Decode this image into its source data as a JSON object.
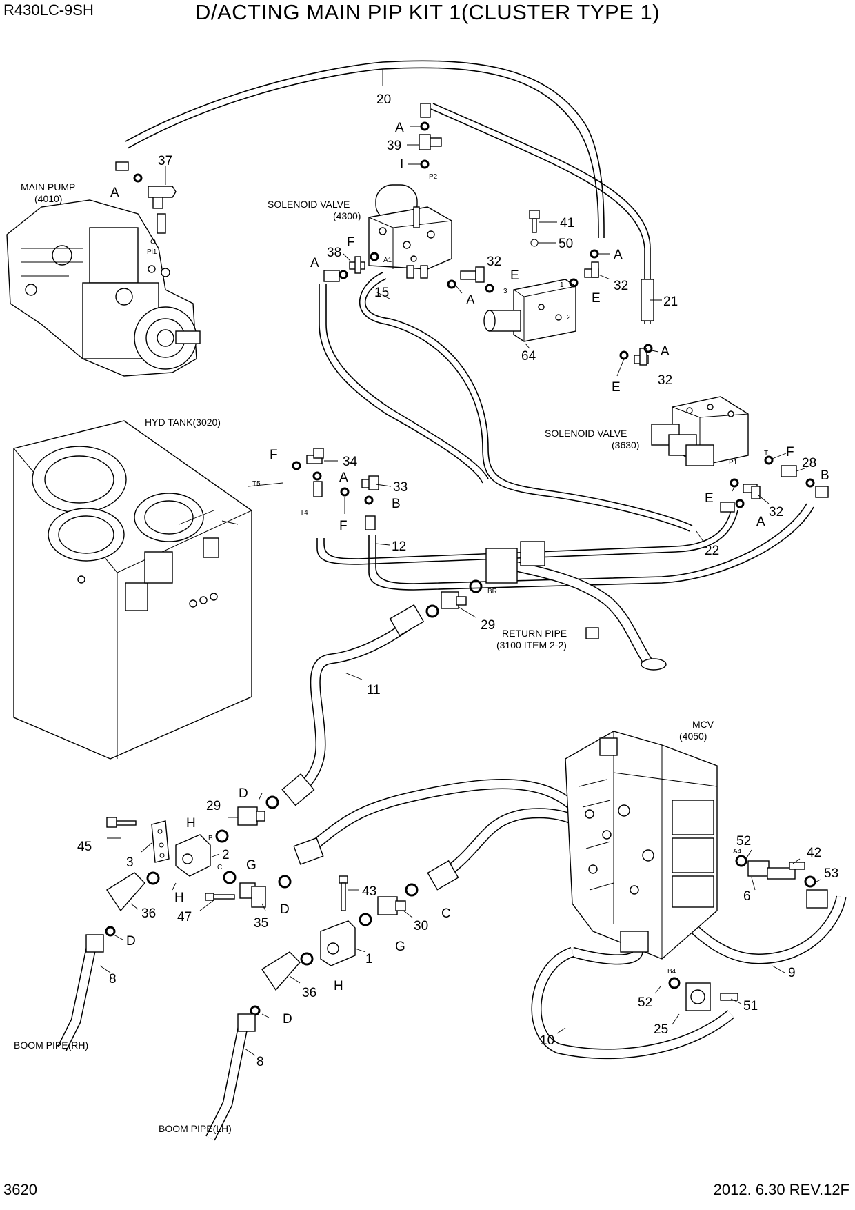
{
  "header": {
    "model": "R430LC-9SH",
    "title": "D/ACTING MAIN PIP KIT 1(CLUSTER TYPE 1)"
  },
  "footer": {
    "page_number": "3620",
    "revision": "2012. 6.30  REV.12F"
  },
  "component_labels": {
    "main_pump": "MAIN PUMP",
    "main_pump_code": "(4010)",
    "solenoid_valve_1": "SOLENOID VALVE",
    "solenoid_valve_1_code": "(4300)",
    "solenoid_valve_2": "SOLENOID VALVE",
    "solenoid_valve_2_code": "(3630)",
    "hyd_tank": "HYD TANK(3020)",
    "return_pipe": "RETURN PIPE",
    "return_pipe_ref": "(3100 ITEM 2-2)",
    "mcv": "MCV",
    "mcv_code": "(4050)",
    "boom_pipe_rh": "BOOM PIPE(RH)",
    "boom_pipe_lh": "BOOM PIPE(LH)"
  },
  "port_labels": {
    "pi1": "Pi1",
    "p2": "P2",
    "a1": "A1",
    "t5": "T5",
    "t4": "T4",
    "br": "BR",
    "p1": "P1",
    "t": "T",
    "a4": "A4",
    "b4": "B4",
    "b": "B",
    "c": "C",
    "port1": "1",
    "port2": "2",
    "port3": "3"
  },
  "callouts": {
    "c20": "20",
    "c37": "37",
    "cA1": "A",
    "cA2": "A",
    "c39": "39",
    "cI": "I",
    "c41": "41",
    "c50": "50",
    "cA3": "A",
    "c32a": "32",
    "c21": "21",
    "c38": "38",
    "cF1": "F",
    "cA4": "A",
    "c32b": "32",
    "cE1": "E",
    "c15": "15",
    "cA5": "A",
    "cE2": "E",
    "c64": "64",
    "cA6": "A",
    "c32c": "32",
    "cE3": "E",
    "cF2": "F",
    "c34": "34",
    "cA7": "A",
    "c33": "33",
    "cB1": "B",
    "cF3": "F",
    "c12": "12",
    "cF4": "F",
    "c28": "28",
    "cB2": "B",
    "cE4": "E",
    "c32d": "32",
    "cA8": "A",
    "c22": "22",
    "c29a": "29",
    "c11": "11",
    "cD1": "D",
    "c29b": "29",
    "cH1": "H",
    "c45": "45",
    "c3": "3",
    "c2": "2",
    "cG1": "G",
    "cH2": "H",
    "c36a": "36",
    "c47": "47",
    "c35": "35",
    "cD2": "D",
    "c43": "43",
    "c30": "30",
    "cC": "C",
    "cG2": "G",
    "c1": "1",
    "cH3": "H",
    "c36b": "36",
    "cD3": "D",
    "c8a": "8",
    "c8b": "8",
    "cD4": "D",
    "c52a": "52",
    "c42": "42",
    "c53": "53",
    "c6": "6",
    "c9": "9",
    "c52b": "52",
    "c51": "51",
    "c25": "25",
    "c10": "10"
  }
}
